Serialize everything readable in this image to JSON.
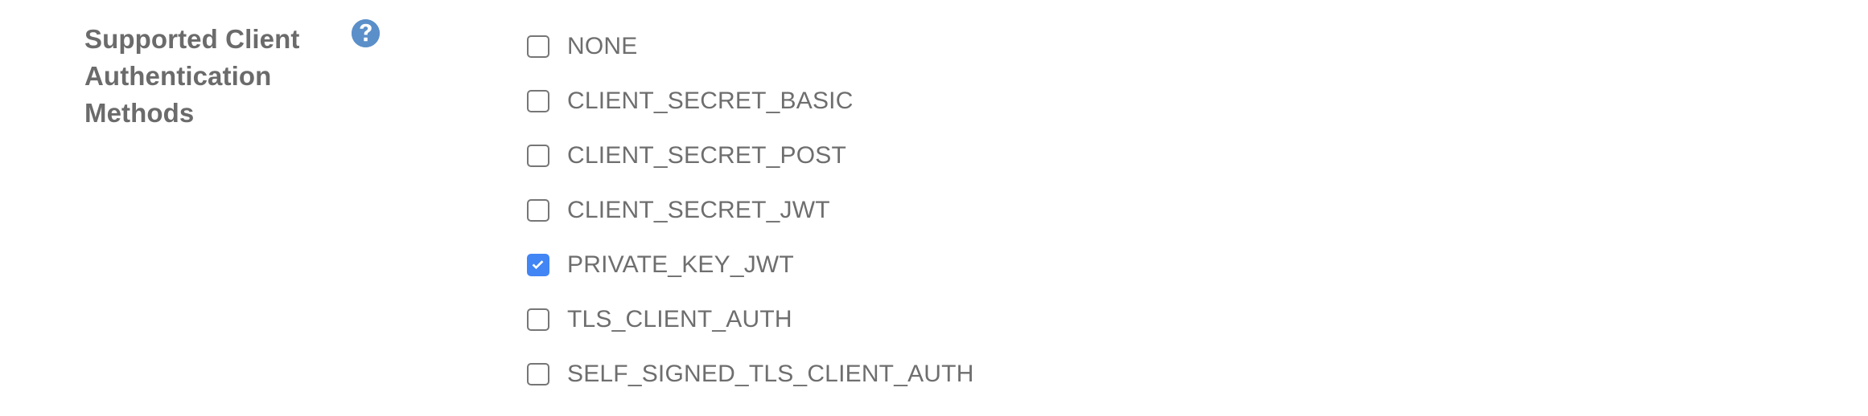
{
  "field": {
    "label": "Supported Client\nAuthentication\nMethods",
    "help_icon": "help-circle-icon",
    "help_icon_glyph": "?"
  },
  "colors": {
    "label_text": "#6b6b6b",
    "option_text": "#6e6e6e",
    "checkbox_border": "#767676",
    "checkbox_checked_fill": "#4285f4",
    "help_icon_fill": "#5b8fc9",
    "background": "#ffffff"
  },
  "options": [
    {
      "label": "NONE",
      "checked": false
    },
    {
      "label": "CLIENT_SECRET_BASIC",
      "checked": false
    },
    {
      "label": "CLIENT_SECRET_POST",
      "checked": false
    },
    {
      "label": "CLIENT_SECRET_JWT",
      "checked": false
    },
    {
      "label": "PRIVATE_KEY_JWT",
      "checked": true
    },
    {
      "label": "TLS_CLIENT_AUTH",
      "checked": false
    },
    {
      "label": "SELF_SIGNED_TLS_CLIENT_AUTH",
      "checked": false
    }
  ]
}
